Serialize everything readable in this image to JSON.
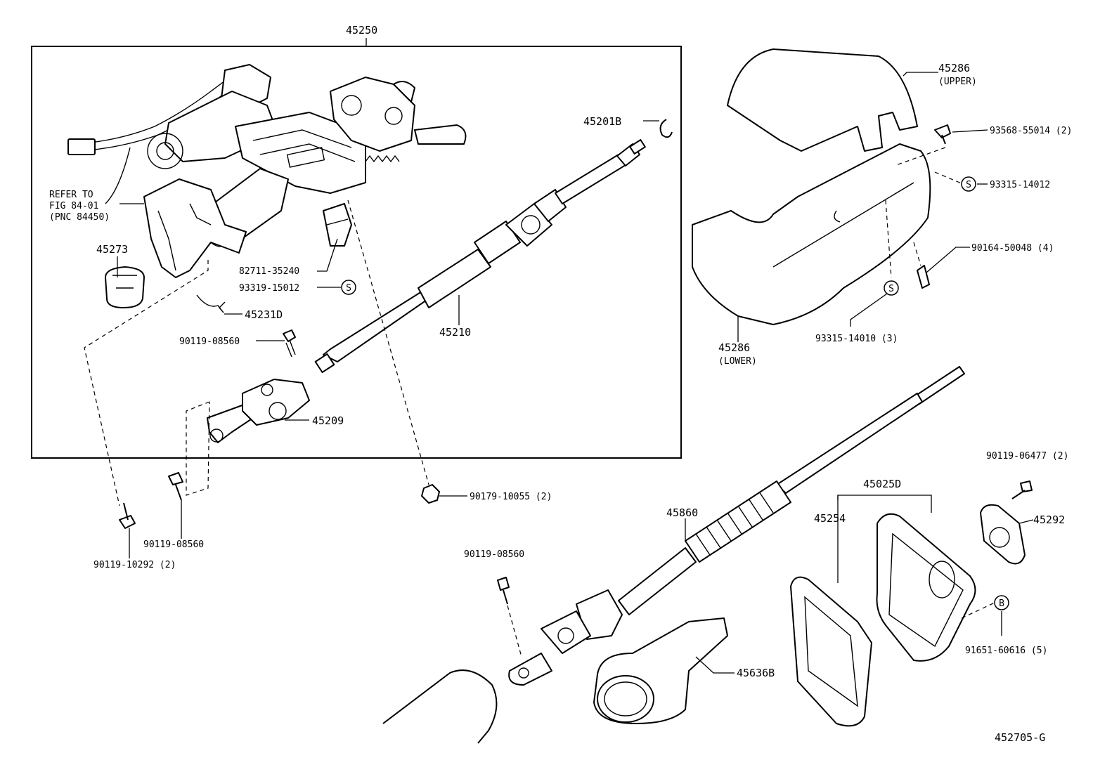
{
  "diagram_id": "452705-G",
  "labels": {
    "p45250": "45250",
    "p45286_upper": "45286",
    "upper": "(UPPER)",
    "p45201b": "45201B",
    "s93568": "93568-55014 (2)",
    "s93315_14012": "93315-14012",
    "refer1": "REFER TO",
    "refer2": "FIG 84-01",
    "refer3": "(PNC 84450)",
    "p45273": "45273",
    "s82711": "82711-35240",
    "s93319": "93319-15012",
    "s90164": "90164-50048 (4)",
    "p45231d": "45231D",
    "p45210": "45210",
    "s93315_14010": "93315-14010 (3)",
    "p45286_lower": "45286",
    "lower": "(LOWER)",
    "s90119_08560_a": "90119-08560",
    "p45209": "45209",
    "s90119_06477": "90119-06477 (2)",
    "p45025d": "45025D",
    "s90179": "90179-10055 (2)",
    "p45860": "45860",
    "p45254": "45254",
    "p45292": "45292",
    "s90119_08560_b": "90119-08560",
    "s90119_08560_c": "90119-08560",
    "s90119_10292": "90119-10292 (2)",
    "s91651": "91651-60616 (5)",
    "p45636b": "45636B",
    "code": "452705-G"
  },
  "symbols": {
    "s": "S",
    "b": "B"
  }
}
